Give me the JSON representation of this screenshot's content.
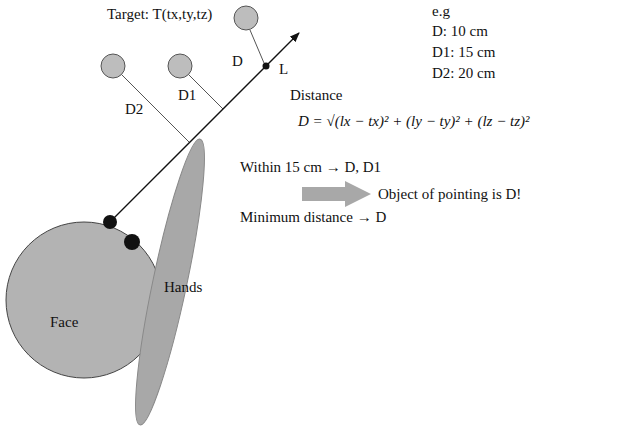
{
  "diagram": {
    "nodes": [
      {
        "text": [
          "Face"
        ]
      },
      {
        "text": [
          "Hands"
        ]
      }
    ],
    "labels": [
      "Target: T(tx,ty,tz)",
      "e.g",
      "D: 10 cm",
      "D1: 15 cm",
      "D2: 20 cm",
      "D",
      "L",
      "Distance",
      "D = √(lx − tx)² + (ly − ty)² + (lz − tz)²",
      "D1",
      "D2",
      "Within 15 cm → D, D1",
      "Object of pointing is D!",
      "Minimum distance → D"
    ]
  }
}
